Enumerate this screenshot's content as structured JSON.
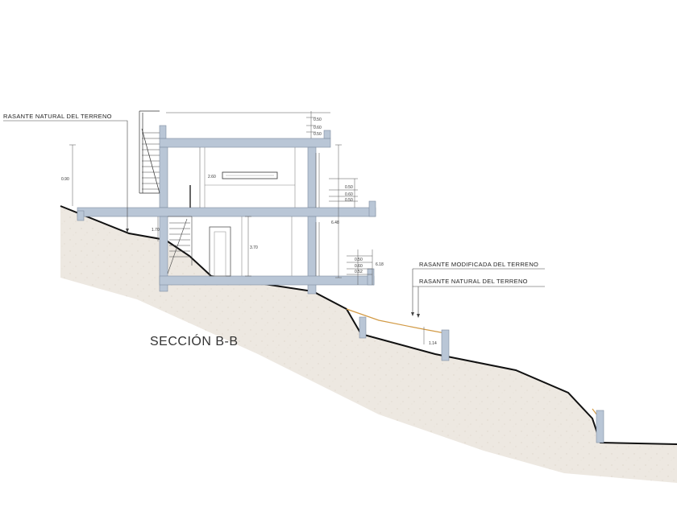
{
  "title": "SECCIÓN B-B",
  "labels": {
    "natural_terrain_left": "RASANTE NATURAL DEL TERRENO",
    "modified_terrain": "RASANTE MODIFICADA DEL TERRENO",
    "natural_terrain_right": "RASANTE NATURAL DEL TERRENO"
  },
  "dimensions": {
    "top_parapet": "0.50",
    "top_slab": "0.60",
    "top_slab_b": "0.50",
    "left_height": "0.90",
    "upper_room_height": "2.60",
    "balcony_rail": "0.50",
    "balcony_slab": "0.60",
    "balcony_small": "0.50",
    "total_right": "6.48",
    "stair_height": "1.70",
    "lower_room_height": "3.70",
    "lower_rail": "0.50",
    "lower_slab": "0.60",
    "lower_small": "0.52",
    "lower_total": "6.18",
    "retaining_wall": "1.14"
  },
  "colors": {
    "concrete": "#b9c6d6",
    "concrete_edge": "#7f8ea1",
    "ground_fill": "#ede8e1",
    "terrain_line": "#111111",
    "modified_line": "#d29a45",
    "dim_line": "#555555"
  }
}
